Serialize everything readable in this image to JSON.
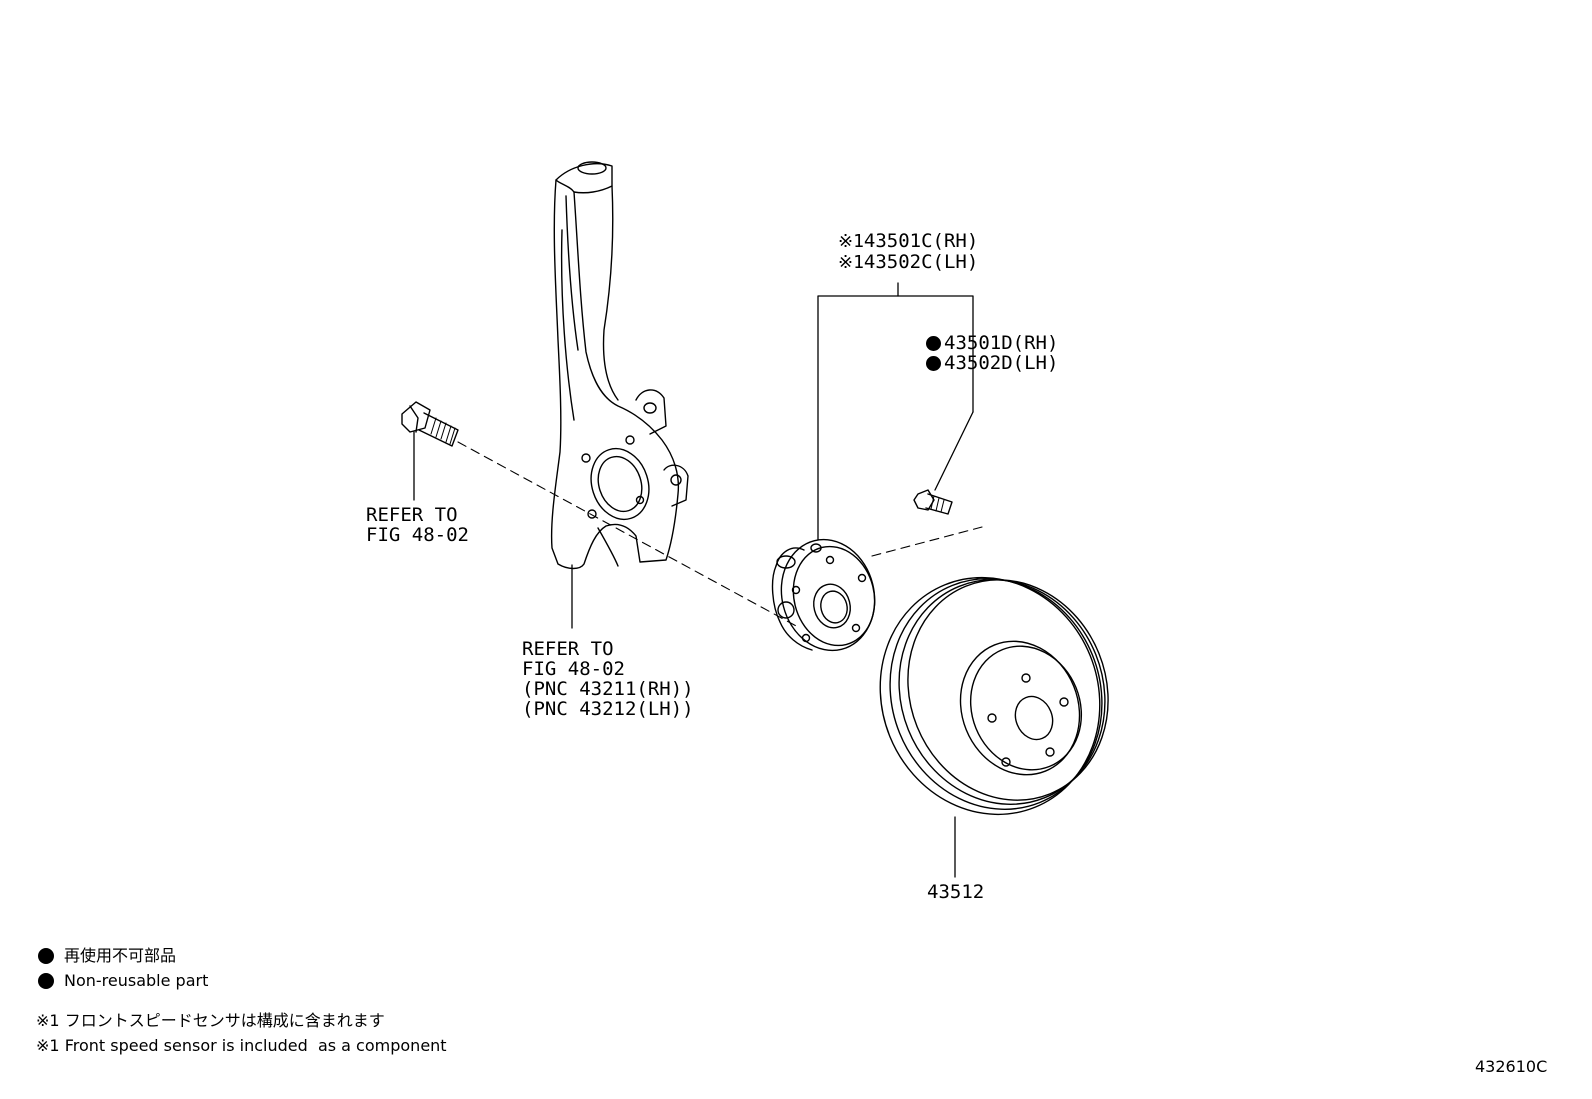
{
  "callouts": {
    "hub_with_sensor": {
      "mark": "※1",
      "rh": "43501C(RH)",
      "lh": "43502C(LH)"
    },
    "hub_bolt": {
      "rh": "43501D(RH)",
      "lh": "43502D(LH)"
    },
    "knuckle_bolt_ref": {
      "line1": "REFER TO",
      "line2": "FIG 48-02"
    },
    "knuckle_ref": {
      "line1": "REFER TO",
      "line2": "FIG 48-02",
      "line3": "(PNC 43211(RH))",
      "line4": "(PNC 43212(LH))"
    },
    "rotor": {
      "part": "43512"
    }
  },
  "legend": {
    "nonreusable_jp": "再使用不可部品",
    "nonreusable_en": "Non-reusable part",
    "note_mark": "※1",
    "note_jp": "フロントスピードセンサは構成に含まれます",
    "note_en": "Front speed sensor is included  as a component"
  },
  "figure_id": "432610C"
}
